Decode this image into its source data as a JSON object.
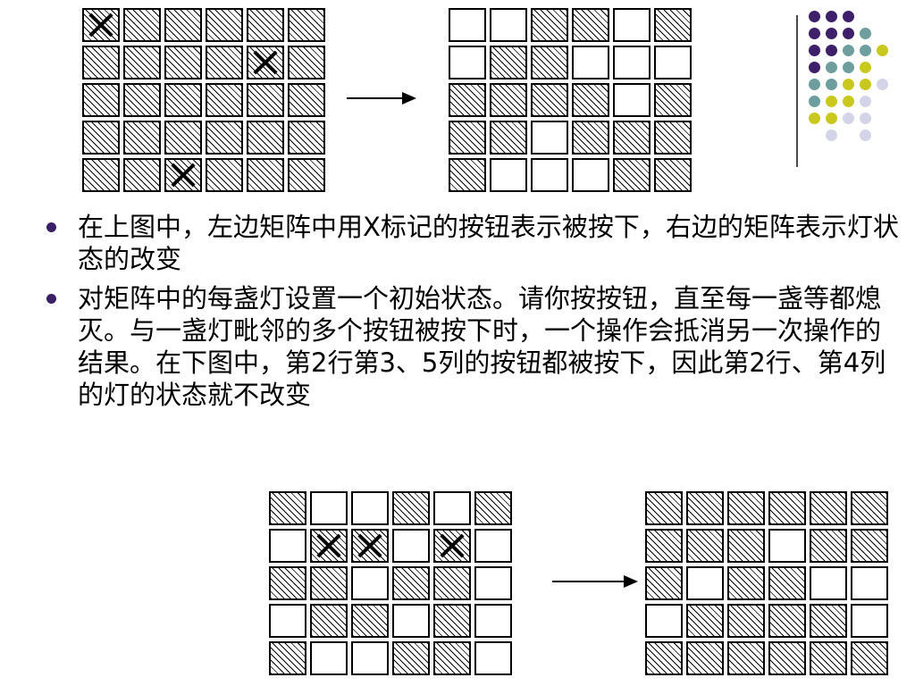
{
  "bullets": [
    {
      "text": "在上图中，左边矩阵中用X标记的按钮表示被按下，右边的矩阵表示灯状态的改变"
    },
    {
      "text": "对矩阵中的每盏灯设置一个初始状态。请你按按钮，直至每一盏等都熄灭。与一盏灯毗邻的多个按钮被按下时，一个操作会抵消另一次操作的结果。在下图中，第2行第3、5列的按钮都被按下，因此第2行、第4列的灯的状态就不改变"
    }
  ],
  "colors": {
    "bullet": "#3a1e66",
    "dot_purple": "#3e1f6a",
    "dot_teal": "#6e9e9e",
    "dot_yellow": "#c8c81e",
    "dot_lavender": "#d4d4e8",
    "divider": "#4a4a4a"
  },
  "grids": {
    "top_left": {
      "rows": [
        [
          1,
          1,
          1,
          1,
          1,
          1
        ],
        [
          1,
          1,
          1,
          1,
          1,
          1
        ],
        [
          1,
          1,
          1,
          1,
          1,
          1
        ],
        [
          1,
          1,
          1,
          1,
          1,
          1
        ],
        [
          1,
          1,
          1,
          1,
          1,
          1
        ]
      ],
      "marks": [
        [
          0,
          0
        ],
        [
          1,
          4
        ],
        [
          4,
          2
        ]
      ]
    },
    "top_right": {
      "rows": [
        [
          0,
          0,
          1,
          1,
          0,
          1
        ],
        [
          0,
          1,
          1,
          0,
          0,
          0
        ],
        [
          1,
          1,
          1,
          1,
          0,
          1
        ],
        [
          1,
          1,
          0,
          1,
          1,
          1
        ],
        [
          1,
          0,
          0,
          0,
          1,
          1
        ]
      ],
      "marks": []
    },
    "bottom_left": {
      "rows": [
        [
          1,
          0,
          0,
          1,
          0,
          1
        ],
        [
          0,
          1,
          1,
          0,
          1,
          0
        ],
        [
          1,
          1,
          0,
          1,
          1,
          0
        ],
        [
          0,
          1,
          1,
          0,
          1,
          0
        ],
        [
          1,
          0,
          0,
          1,
          1,
          0
        ]
      ],
      "marks": [
        [
          1,
          1
        ],
        [
          1,
          2
        ],
        [
          1,
          4
        ]
      ]
    },
    "bottom_right": {
      "rows": [
        [
          1,
          1,
          1,
          1,
          1,
          1
        ],
        [
          1,
          1,
          1,
          0,
          1,
          1
        ],
        [
          1,
          0,
          1,
          1,
          0,
          0
        ],
        [
          0,
          1,
          1,
          1,
          1,
          0
        ],
        [
          1,
          1,
          1,
          1,
          1,
          1
        ]
      ],
      "marks": []
    }
  },
  "decor_dots": [
    [
      "dot_purple",
      "dot_purple",
      "dot_purple",
      null,
      null
    ],
    [
      "dot_purple",
      "dot_purple",
      "dot_purple",
      "dot_teal",
      null
    ],
    [
      "dot_purple",
      "dot_purple",
      "dot_teal",
      "dot_teal",
      "dot_yellow"
    ],
    [
      "dot_purple",
      "dot_teal",
      "dot_teal",
      "dot_yellow",
      null
    ],
    [
      "dot_teal",
      "dot_teal",
      "dot_yellow",
      "dot_yellow",
      "dot_lavender"
    ],
    [
      "dot_teal",
      "dot_yellow",
      "dot_yellow",
      "dot_lavender",
      null
    ],
    [
      "dot_yellow",
      "dot_yellow",
      "dot_lavender",
      "dot_lavender",
      null
    ],
    [
      null,
      "dot_lavender",
      null,
      "dot_lavender",
      null
    ]
  ]
}
